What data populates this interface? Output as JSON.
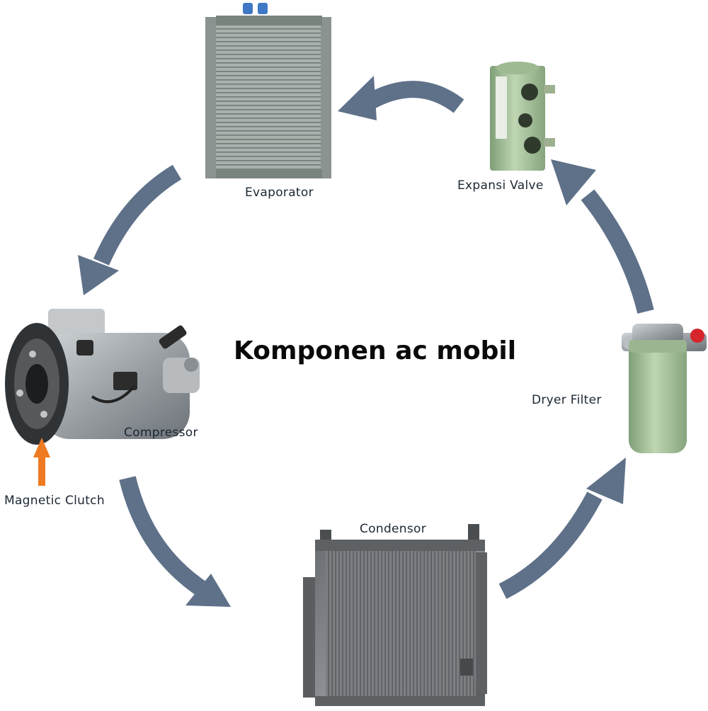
{
  "title": "Komponen ac mobil",
  "components": {
    "evaporator": "Evaporator",
    "expansion_valve": "Expansi Valve",
    "dryer_filter": "Dryer Filter",
    "condensor": "Condensor",
    "compressor": "Compressor",
    "magnetic_clutch": "Magnetic Clutch"
  },
  "colors": {
    "cycle_arrow": "#5f7189",
    "clutch_arrow": "#ee7a22",
    "title": "#0a0a0a",
    "label": "#1c2733"
  }
}
